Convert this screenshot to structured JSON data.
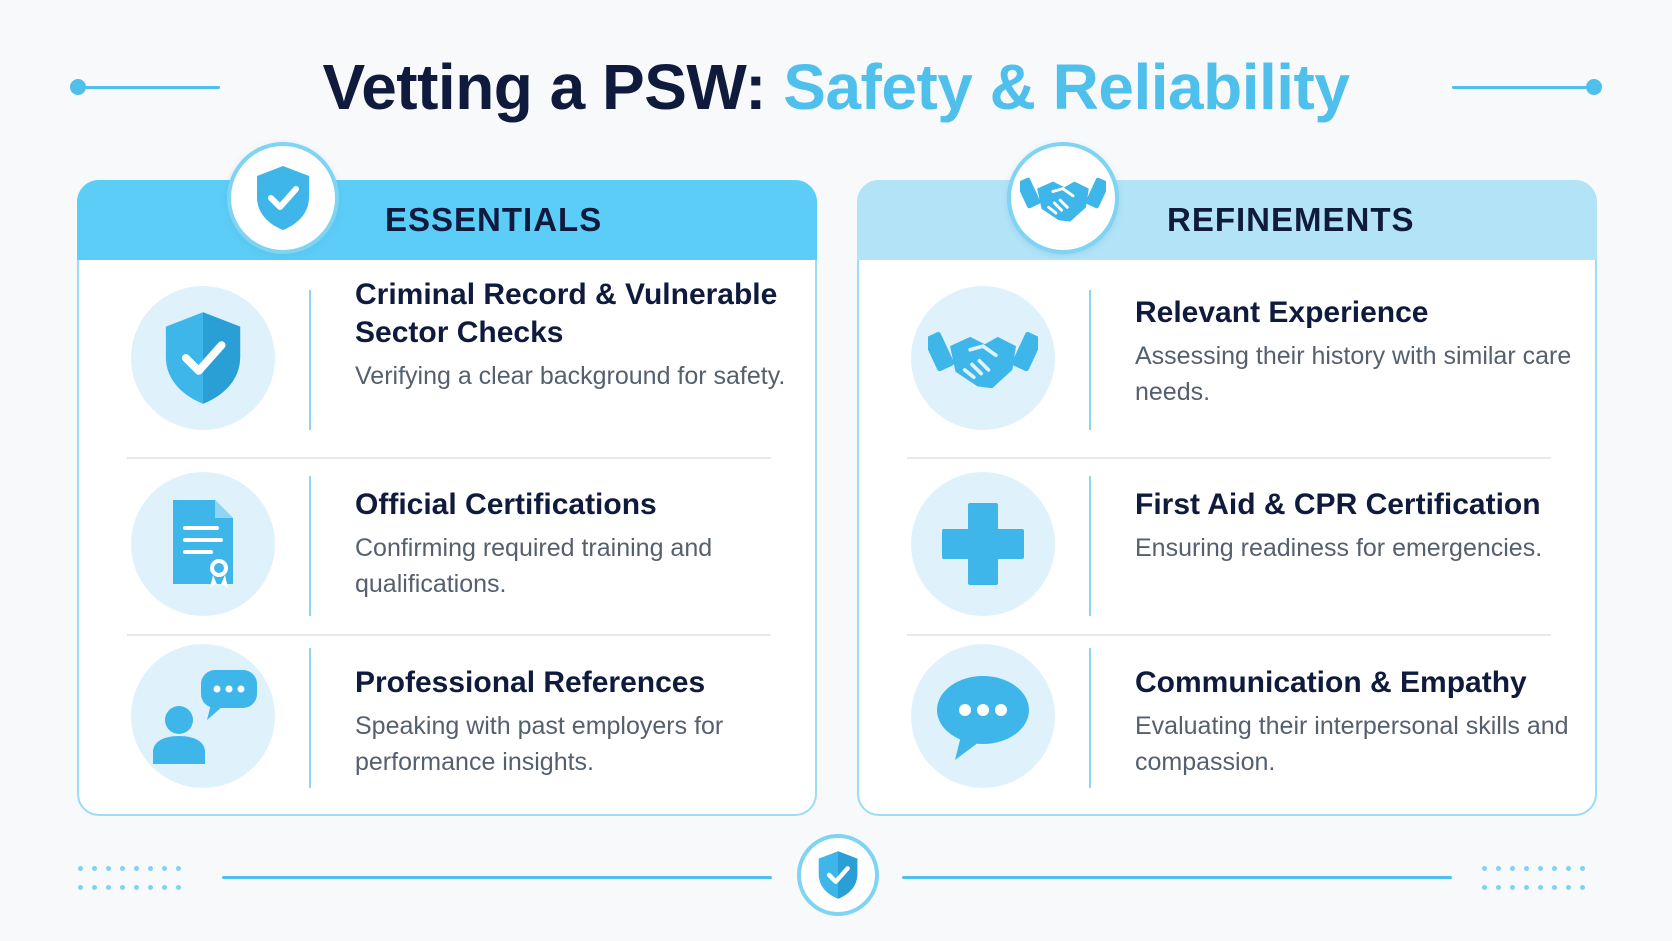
{
  "title": {
    "main": "Vetting a PSW:",
    "accent": "Safety & Reliability"
  },
  "colors": {
    "navy": "#0f1a3d",
    "accent": "#4fbfec",
    "header_left": "#5ccdf6",
    "header_right": "#b3e3f7",
    "icon_bg": "#dff2fb"
  },
  "essentials": {
    "label": "ESSENTIALS",
    "badge_icon": "shield-check-icon",
    "items": [
      {
        "icon": "shield-check-icon",
        "title": "Criminal Record & Vulnerable Sector Checks",
        "desc": "Verifying a clear background for safety."
      },
      {
        "icon": "certificate-document-icon",
        "title": "Official Certifications",
        "desc": "Confirming required training and qualifications."
      },
      {
        "icon": "person-speech-bubble-icon",
        "title": "Professional References",
        "desc": "Speaking with past employers for performance insights."
      }
    ]
  },
  "refinements": {
    "label": "REFINEMENTS",
    "badge_icon": "handshake-icon",
    "items": [
      {
        "icon": "handshake-icon",
        "title": "Relevant Experience",
        "desc": "Assessing their history with similar care needs."
      },
      {
        "icon": "medical-cross-icon",
        "title": "First Aid & CPR Certification",
        "desc": "Ensuring readiness for emergencies."
      },
      {
        "icon": "chat-bubble-icon",
        "title": "Communication & Empathy",
        "desc": "Evaluating their interpersonal skills and compassion."
      }
    ]
  },
  "footer": {
    "badge_icon": "shield-check-icon"
  }
}
